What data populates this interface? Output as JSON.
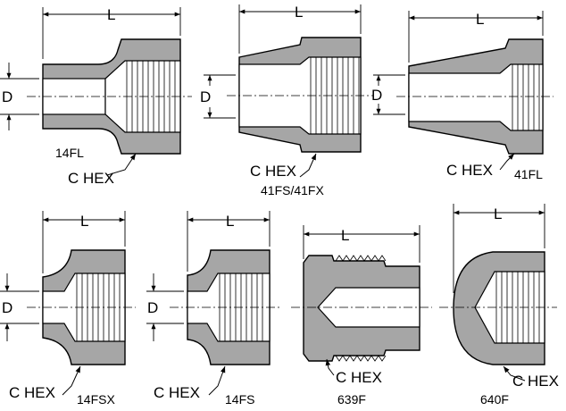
{
  "dimension_labels": {
    "length": "L",
    "diameter": "D"
  },
  "hex_label": "C HEX",
  "fittings": [
    {
      "id": "14FL",
      "name": "14FL"
    },
    {
      "id": "41FS",
      "name": "41FS/41FX"
    },
    {
      "id": "41FL",
      "name": "41FL"
    },
    {
      "id": "14FSX",
      "name": "14FSX"
    },
    {
      "id": "14FS",
      "name": "14FS"
    },
    {
      "id": "639F",
      "name": "639F"
    },
    {
      "id": "640F",
      "name": "640F"
    }
  ],
  "colors": {
    "body": "#a6a6a6",
    "line": "#000000",
    "background": "#ffffff"
  }
}
